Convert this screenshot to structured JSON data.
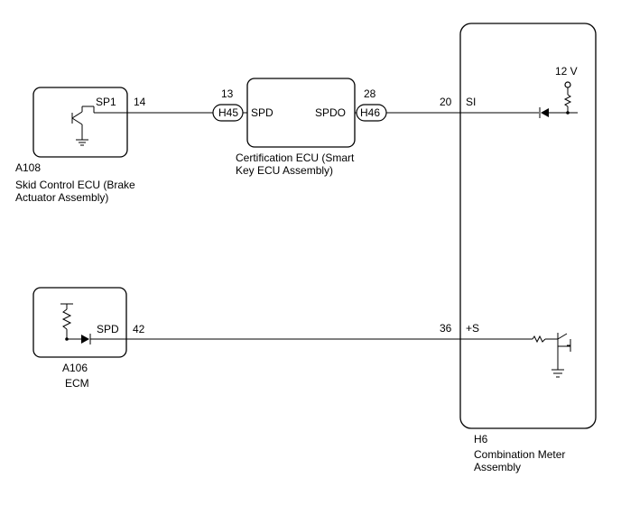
{
  "components": {
    "skid_control_ecu": {
      "code": "A108",
      "name_line1": "Skid Control ECU (Brake",
      "name_line2": "Actuator Assembly)",
      "terminal": "SP1",
      "pin": "14"
    },
    "certification_ecu": {
      "name_line1": "Certification ECU (Smart",
      "name_line2": "Key ECU Assembly)",
      "terminal_in": "SPD",
      "terminal_out": "SPDO",
      "pin_in": "13",
      "pin_out": "28",
      "connector_in": "H45",
      "connector_out": "H46"
    },
    "ecm": {
      "code": "A106",
      "name": "ECM",
      "terminal": "SPD",
      "pin": "42"
    },
    "combination_meter": {
      "code": "H6",
      "name_line1": "Combination Meter",
      "name_line2": "Assembly",
      "terminal_si": "SI",
      "pin_si": "20",
      "terminal_s": "+S",
      "pin_s": "36",
      "supply_voltage": "12 V"
    }
  }
}
